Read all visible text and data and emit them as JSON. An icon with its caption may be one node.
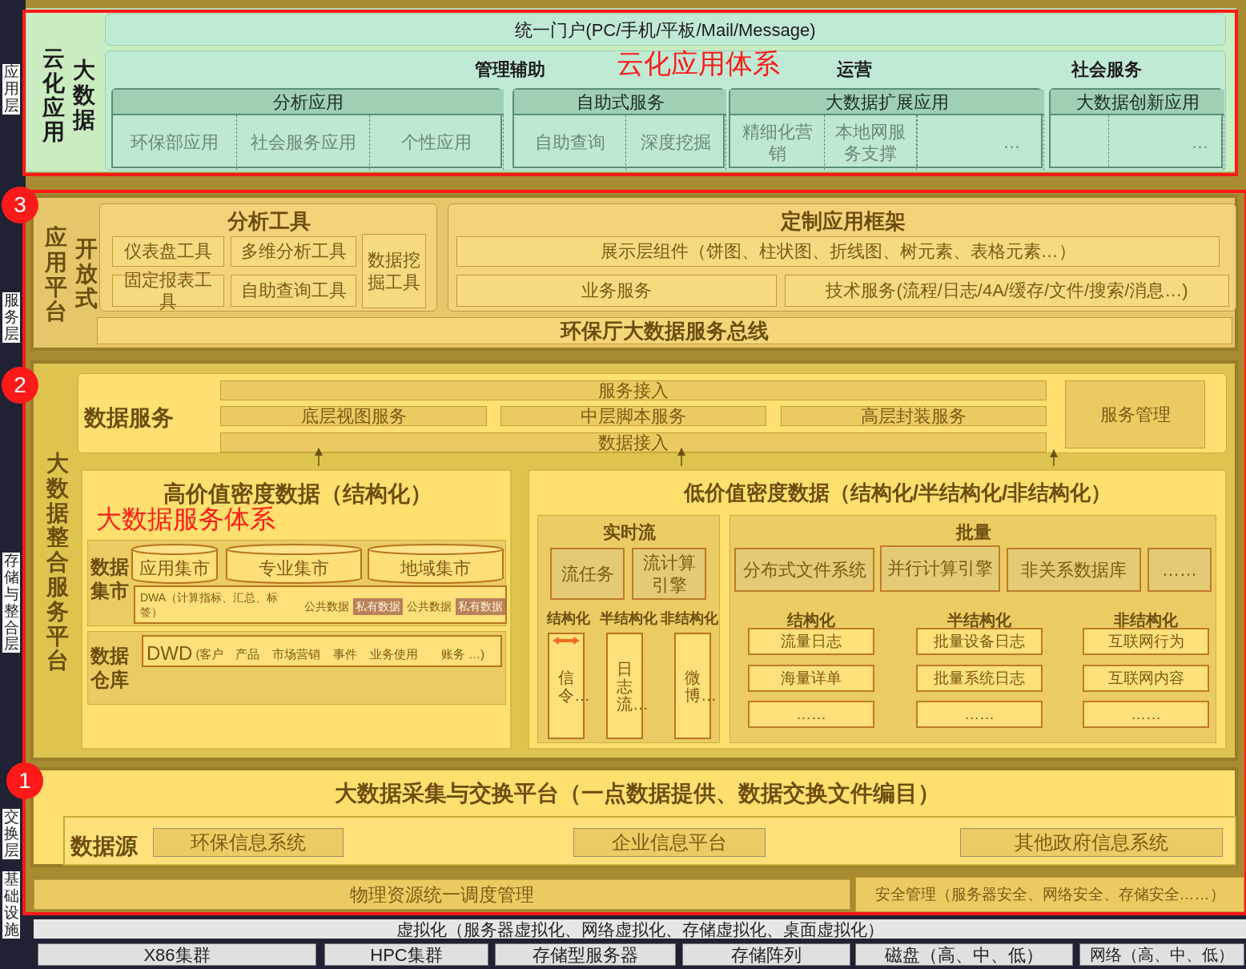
{
  "diagram": {
    "nodes": [
      {
        "text": [
          "云化应用",
          "大数据"
        ]
      },
      {
        "text": [
          "统一门户(PC/手机/平板/Mail/Message)"
        ],
        "in": 0
      },
      {
        "text": [
          "管理辅助",
          "运营",
          "社会服务"
        ],
        "in": 0
      },
      {
        "text": [
          "分析应用"
        ],
        "in": 2
      },
      {
        "text": [
          "环保部应用"
        ],
        "in": 3
      },
      {
        "text": [
          "社会服务应用"
        ],
        "in": 3
      },
      {
        "text": [
          "个性应用"
        ],
        "in": 3
      },
      {
        "text": [
          "自助式服务"
        ],
        "in": 2
      },
      {
        "text": [
          "自助查询"
        ],
        "in": 7
      },
      {
        "text": [
          "深度挖掘"
        ],
        "in": 7
      },
      {
        "text": [
          "大数据扩展应用"
        ],
        "in": 2
      },
      {
        "text": [
          "精细化营销"
        ],
        "in": 10
      },
      {
        "text": [
          "本地网服务支撑"
        ],
        "in": 10
      },
      {
        "text": [
          "…"
        ],
        "in": 10
      },
      {
        "text": [
          "大数据创新应用"
        ],
        "in": 2
      },
      {
        "text": [
          "…"
        ],
        "in": 14
      },
      {
        "text": [
          "应用平台",
          "开放式"
        ]
      },
      {
        "text": [
          "分析工具"
        ],
        "in": 16
      },
      {
        "text": [
          "仪表盘工具"
        ],
        "in": 17
      },
      {
        "text": [
          "多维分析工具"
        ],
        "in": 17
      },
      {
        "text": [
          "数据挖掘工具"
        ],
        "in": 17
      },
      {
        "text": [
          "固定报表工具"
        ],
        "in": 17
      },
      {
        "text": [
          "自助查询工具"
        ],
        "in": 17
      },
      {
        "text": [
          "定制应用框架"
        ],
        "in": 16
      },
      {
        "text": [
          "展示层组件（饼图、柱状图、折线图、树元素、表格元素…）"
        ],
        "in": 23
      },
      {
        "text": [
          "业务服务"
        ],
        "in": 23
      },
      {
        "text": [
          "技术服务(流程/日志/4A/缓存/文件/搜索/消息…)"
        ],
        "in": 23
      },
      {
        "text": [
          "环保厅大数据服务总线"
        ],
        "in": 16
      },
      {
        "text": [
          "大数据整合服务平台"
        ]
      },
      {
        "text": [
          "数据服务"
        ],
        "in": 28
      },
      {
        "text": [
          "服务接入"
        ],
        "in": 29
      },
      {
        "text": [
          "底层视图服务"
        ],
        "in": 29
      },
      {
        "text": [
          "中层脚本服务"
        ],
        "in": 29
      },
      {
        "text": [
          "高层封装服务"
        ],
        "in": 29
      },
      {
        "text": [
          "数据接入"
        ],
        "in": 29
      },
      {
        "text": [
          "服务管理"
        ],
        "in": 29
      },
      {
        "text": [
          "高价值密度数据（结构化）"
        ],
        "in": 28
      },
      {
        "text": [
          "数据集市"
        ],
        "in": 36
      },
      {
        "text": [
          "应用集市"
        ],
        "in": 37
      },
      {
        "text": [
          "专业集市"
        ],
        "in": 37
      },
      {
        "text": [
          "地域集市"
        ],
        "in": 37
      },
      {
        "text": [
          "DWA（计算指标、汇总、标签）",
          "公共数据",
          "私有数据",
          "公共数据",
          "私有数据"
        ],
        "in": 37
      },
      {
        "text": [
          "数据仓库"
        ],
        "in": 36
      },
      {
        "text": [
          "DWD",
          "(客户",
          "产品",
          "市场营销",
          "事件",
          "业务使用",
          "账务 …)"
        ],
        "in": 42
      },
      {
        "text": [
          "低价值密度数据（结构化/半结构化/非结构化）"
        ],
        "in": 28
      },
      {
        "text": [
          "实时流",
          "结构化",
          "半结构化",
          "非结构化"
        ],
        "in": 44
      },
      {
        "text": [
          "流任务"
        ],
        "in": 45
      },
      {
        "text": [
          "流计算引擎"
        ],
        "in": 45
      },
      {
        "text": [
          "信令…"
        ],
        "in": 45
      },
      {
        "text": [
          "日志流…"
        ],
        "in": 45
      },
      {
        "text": [
          "微博…"
        ],
        "in": 45
      },
      {
        "text": [
          "批量",
          "结构化",
          "半结构化",
          "非结构化"
        ],
        "in": 44
      },
      {
        "text": [
          "分布式文件系统"
        ],
        "in": 51
      },
      {
        "text": [
          "并行计算引擎"
        ],
        "in": 51
      },
      {
        "text": [
          "非关系数据库"
        ],
        "in": 51
      },
      {
        "text": [
          "……"
        ],
        "in": 51
      },
      {
        "text": [
          "流量日志"
        ],
        "in": 51
      },
      {
        "text": [
          "海量详单"
        ],
        "in": 51
      },
      {
        "text": [
          "……"
        ],
        "in": 51
      },
      {
        "text": [
          "批量设备日志"
        ],
        "in": 51
      },
      {
        "text": [
          "批量系统日志"
        ],
        "in": 51
      },
      {
        "text": [
          "……"
        ],
        "in": 51
      },
      {
        "text": [
          "互联网行为"
        ],
        "in": 51
      },
      {
        "text": [
          "互联网内容"
        ],
        "in": 51
      },
      {
        "text": [
          "……"
        ],
        "in": 51
      },
      {
        "text": [
          "大数据采集与交换平台（一点数据提供、数据交换文件编目）"
        ]
      },
      {
        "text": [
          "数据源"
        ],
        "in": 65
      },
      {
        "text": [
          "环保信息系统"
        ],
        "in": 66
      },
      {
        "text": [
          "企业信息平台"
        ],
        "in": 66
      },
      {
        "text": [
          "其他政府信息系统"
        ],
        "in": 66
      },
      {
        "text": [
          "物理资源统一调度管理"
        ]
      },
      {
        "text": [
          "安全管理（服务器安全、网络安全、存储安全……）"
        ]
      },
      {
        "text": [
          "虚拟化（服务器虚拟化、网络虚拟化、存储虚拟化、桌面虚拟化）"
        ]
      },
      {
        "text": [
          "X86集群"
        ]
      },
      {
        "text": [
          "HPC集群"
        ]
      },
      {
        "text": [
          "存储型服务器"
        ]
      },
      {
        "text": [
          "存储阵列"
        ]
      },
      {
        "text": [
          "磁盘（高、中、低）"
        ]
      },
      {
        "text": [
          "网络（高、中、低）"
        ]
      }
    ],
    "edges": [
      {
        "from": 36,
        "to": 34,
        "arrow": "to"
      },
      {
        "from": 44,
        "to": 34,
        "arrow": "to"
      },
      {
        "from": 44,
        "to": 29,
        "arrow": "to"
      }
    ],
    "labels": [
      "应用层",
      "云化应用体系",
      "3",
      "服务层",
      "2",
      "大数据服务体系",
      "存储与整合层",
      "1",
      "交换层",
      "基础设施"
    ]
  }
}
